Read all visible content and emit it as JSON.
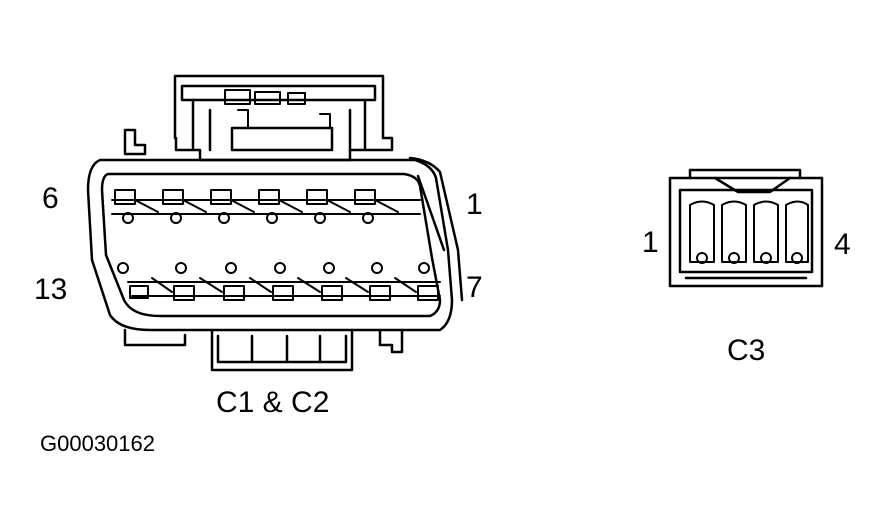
{
  "connector_c1c2": {
    "caption": "C1 & C2",
    "pin_top_left": "6",
    "pin_top_right": "1",
    "pin_bottom_left": "13",
    "pin_bottom_right": "7"
  },
  "connector_c3": {
    "caption": "C3",
    "pin_left": "1",
    "pin_right": "4"
  },
  "figure_id": "G00030162"
}
